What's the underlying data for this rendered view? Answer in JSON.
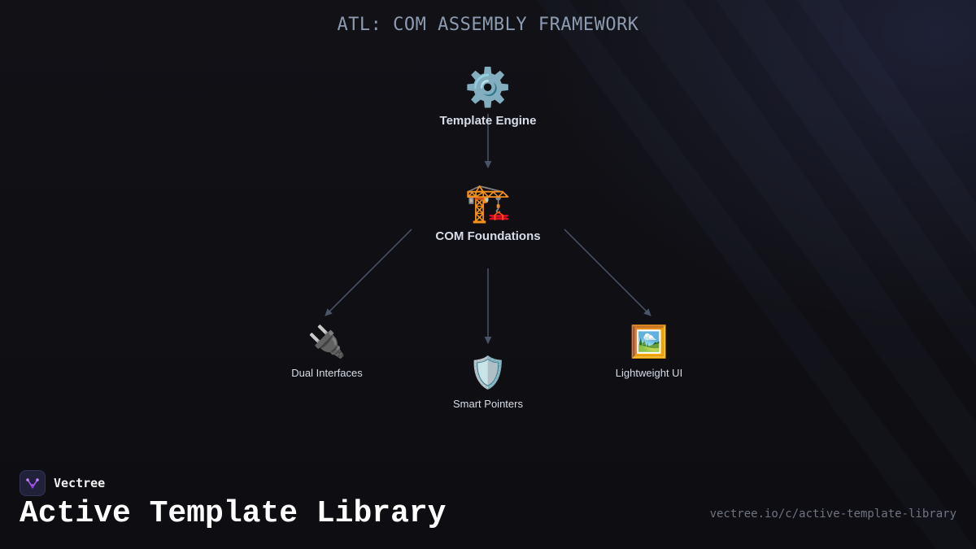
{
  "diagram": {
    "title": "ATL: COM ASSEMBLY FRAMEWORK",
    "nodes": [
      {
        "id": "template_engine",
        "icon": "⚙️",
        "icon_name": "gear-icon",
        "label": "Template Engine"
      },
      {
        "id": "com_foundations",
        "icon": "🏗️",
        "icon_name": "construction-crane-icon",
        "label": "COM Foundations"
      },
      {
        "id": "dual_interfaces",
        "icon": "🔌",
        "icon_name": "plug-icon",
        "label": "Dual Interfaces"
      },
      {
        "id": "smart_pointers",
        "icon": "🛡️",
        "icon_name": "shield-icon",
        "label": "Smart Pointers"
      },
      {
        "id": "lightweight_ui",
        "icon": "🖼️",
        "icon_name": "framed-picture-icon",
        "label": "Lightweight UI"
      }
    ],
    "edges": [
      {
        "from": "template_engine",
        "to": "com_foundations"
      },
      {
        "from": "com_foundations",
        "to": "dual_interfaces"
      },
      {
        "from": "com_foundations",
        "to": "smart_pointers"
      },
      {
        "from": "com_foundations",
        "to": "lightweight_ui"
      }
    ],
    "edge_color": "#4a5568"
  },
  "footer": {
    "brand_name": "Vectree",
    "brand_logo_icon": "vectree-logo-icon",
    "brand_accent": "#a855f7",
    "page_title": "Active Template Library",
    "url": "vectree.io/c/active-template-library"
  }
}
